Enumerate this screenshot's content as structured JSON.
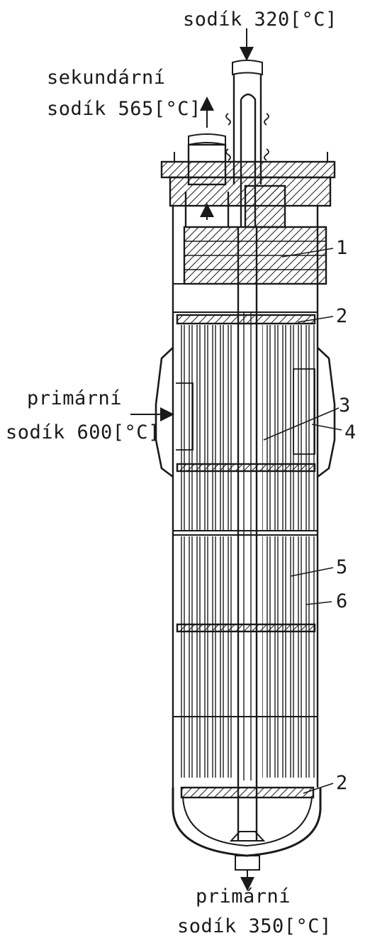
{
  "labels": {
    "top_inlet": "sodík 320[°C]",
    "secondary_outlet_line1": "sekundární",
    "secondary_outlet_line2": "sodík 565[°C]",
    "primary_inlet_line1": "primární",
    "primary_inlet_line2": "sodík 600[°C]",
    "primary_outlet_line1": "primární",
    "primary_outlet_line2": "sodík 350[°C]"
  },
  "callouts": [
    "1",
    "2",
    "3",
    "4",
    "5",
    "6",
    "2"
  ],
  "colors": {
    "ink": "#1a1a1a",
    "paper": "#ffffff"
  }
}
